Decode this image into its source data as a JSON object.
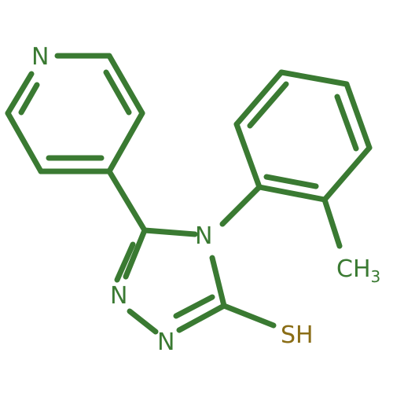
{
  "molecule": {
    "atoms": {
      "pyridine_n": "N",
      "triazole_n1": "N",
      "triazole_n2": "N",
      "triazole_n4": "N",
      "methyl": "CH",
      "methyl_subscript": "3",
      "thiol": "SH"
    },
    "colors": {
      "bond": "#3a7a32",
      "nitrogen": "#3a7a32",
      "sulfur": "#8a6d16",
      "background": "#ffffff"
    }
  }
}
